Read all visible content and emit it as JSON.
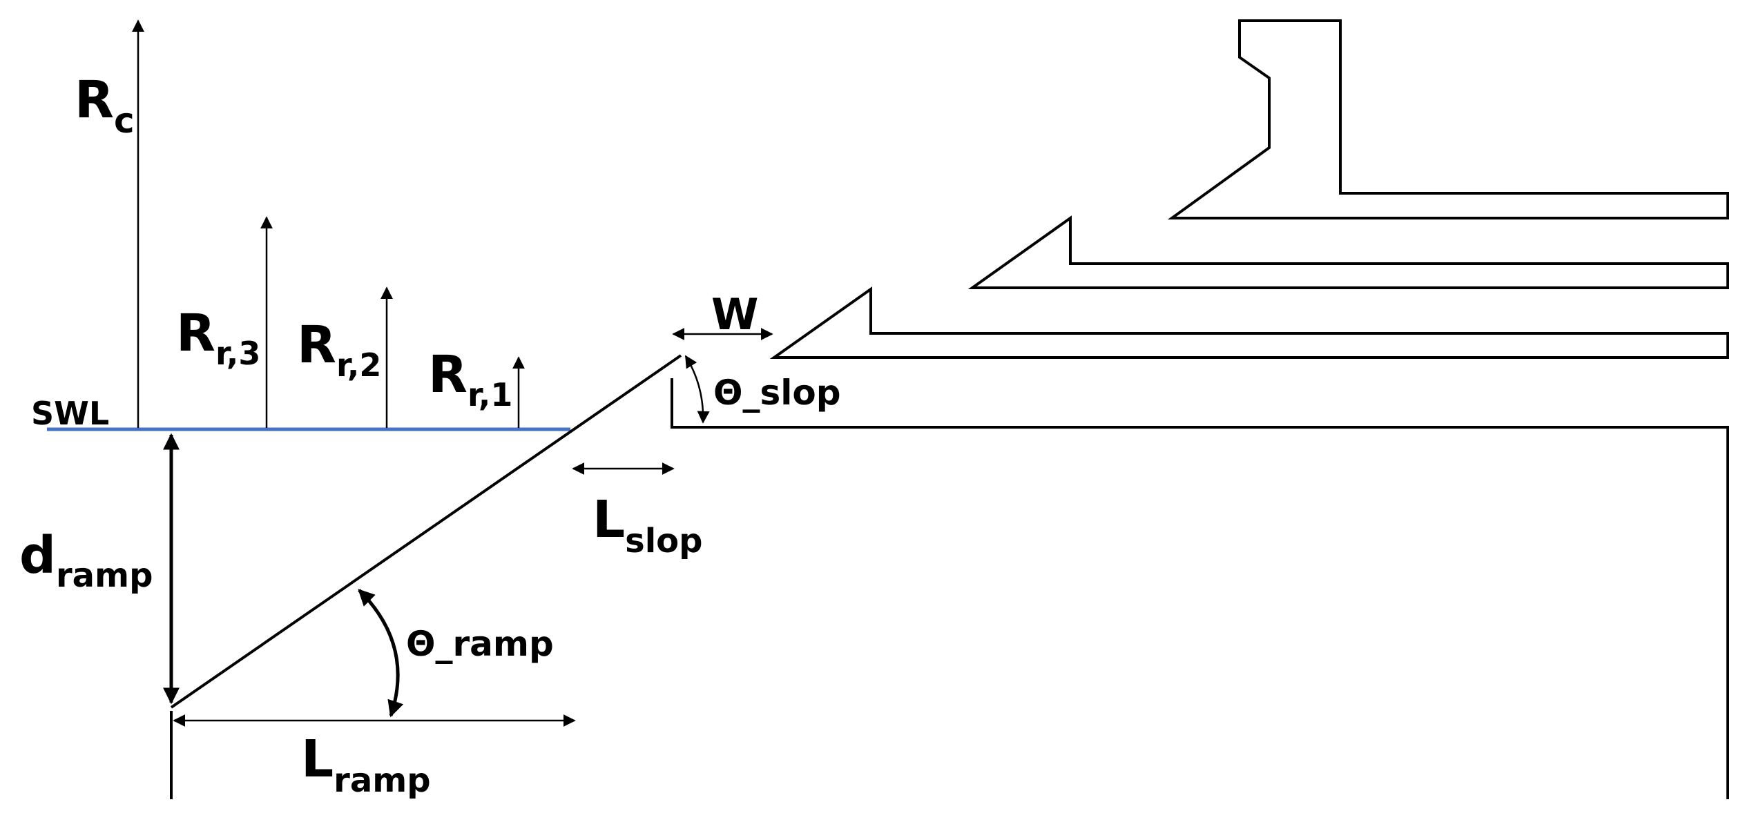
{
  "labels": {
    "rc_main": "R",
    "rc_sub": "c",
    "rr3_main": "R",
    "rr3_sub": "r,3",
    "rr2_main": "R",
    "rr2_sub": "r,2",
    "rr1_main": "R",
    "rr1_sub": "r,1",
    "swl": "SWL",
    "w": "W",
    "theta_slop": "Θ_slop",
    "lslop_main": "L",
    "lslop_sub": "slop",
    "dramp_main": "d",
    "dramp_sub": "ramp",
    "theta_ramp": "Θ_ramp",
    "lramp_main": "L",
    "lramp_sub": "ramp"
  },
  "colors": {
    "swl_line": "#4472C4",
    "ink": "#000000"
  }
}
